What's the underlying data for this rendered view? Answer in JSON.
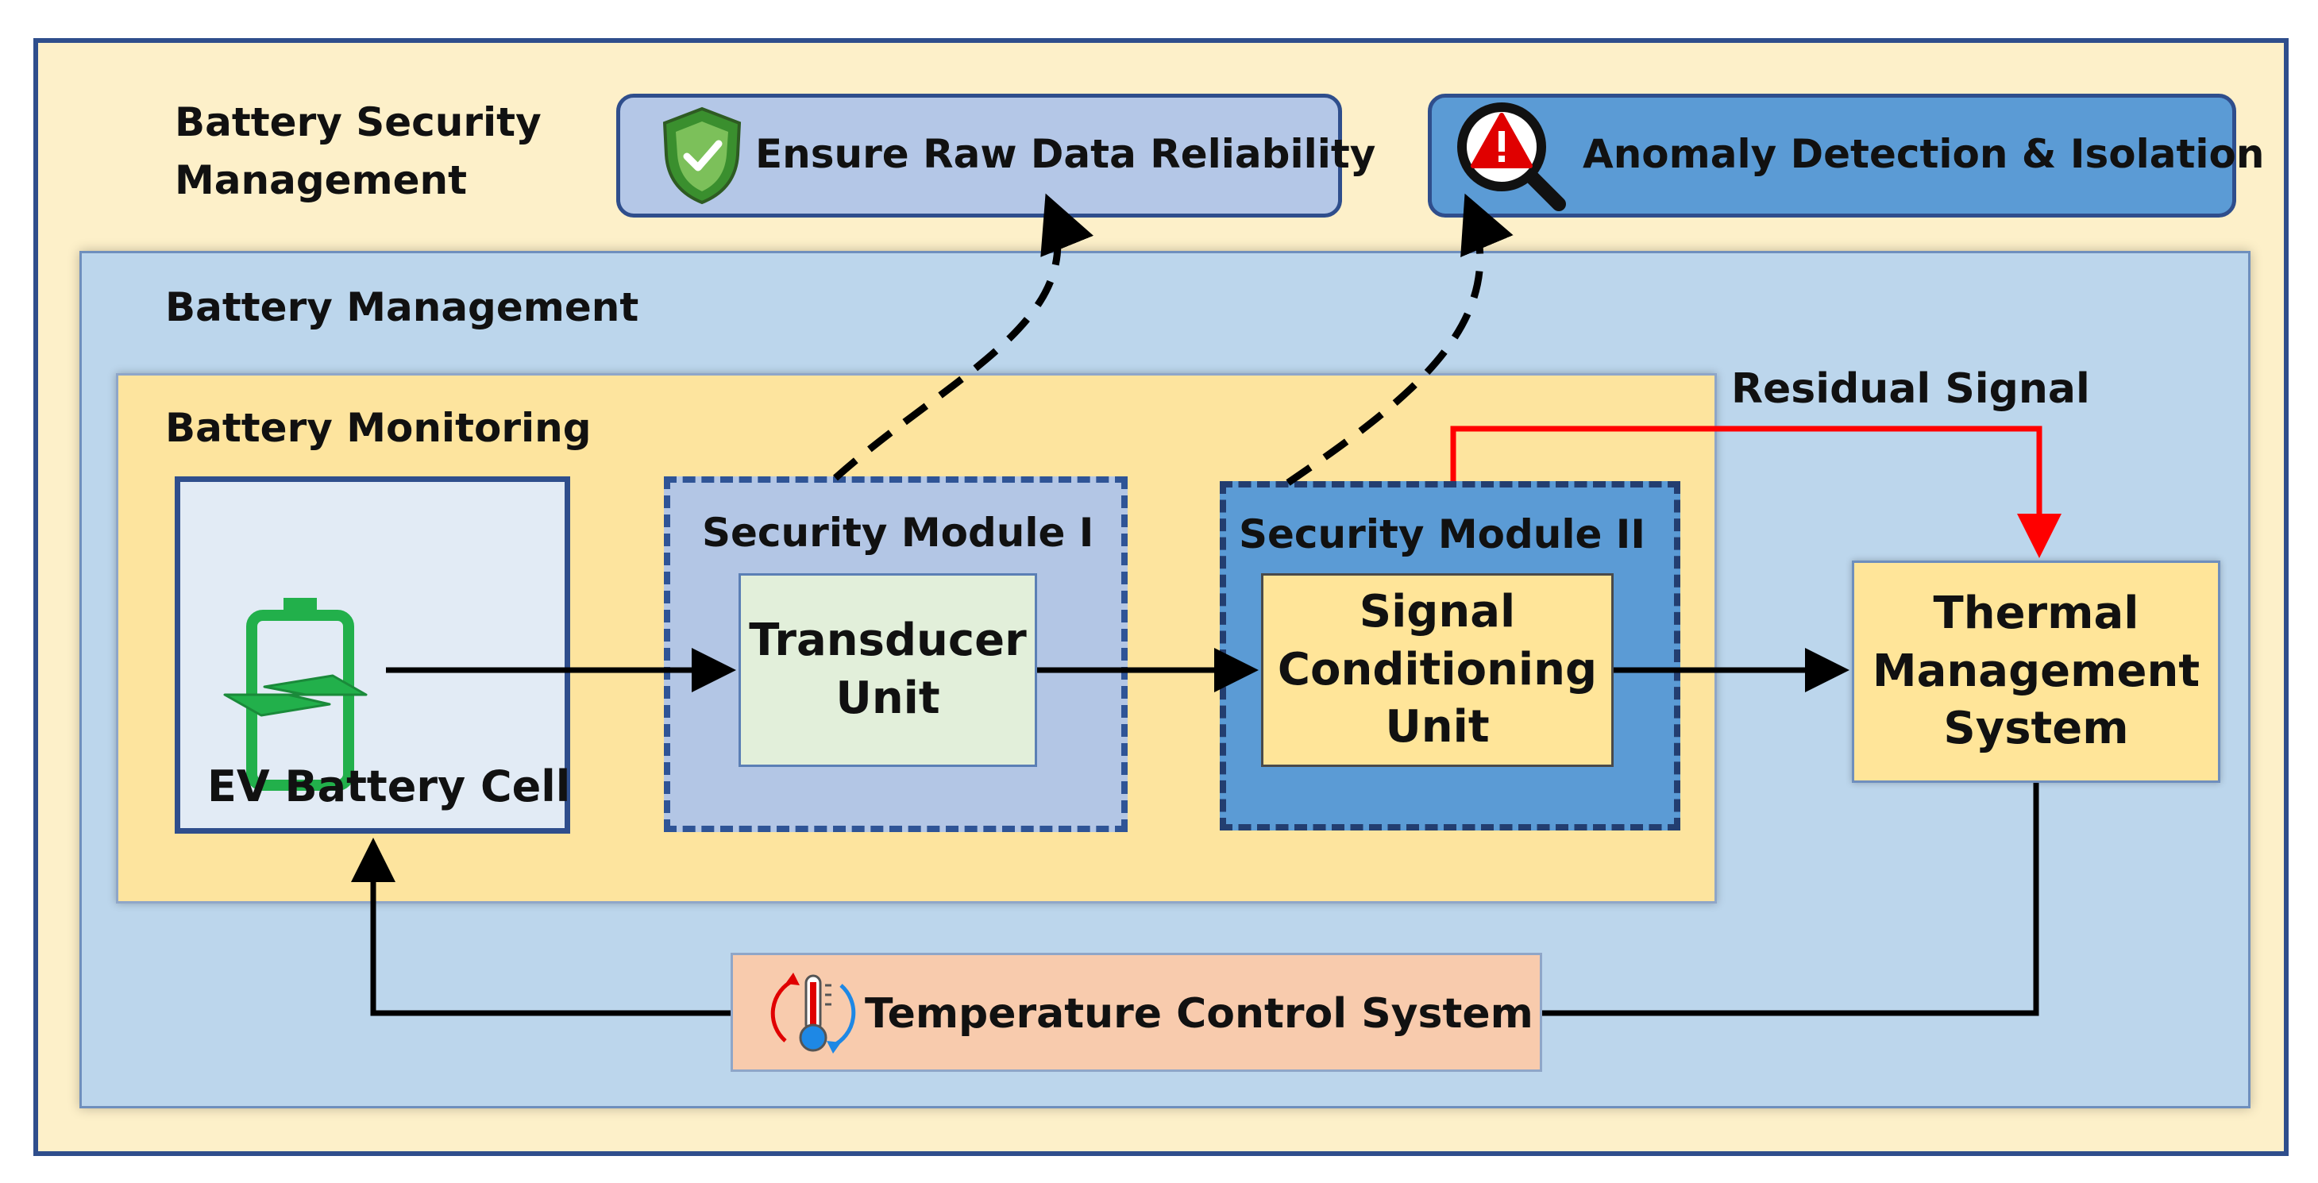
{
  "diagram": {
    "security_title": "Battery Security\nManagement",
    "management_title": "Battery Management",
    "monitoring_title": "Battery Monitoring",
    "ensure_label": "Ensure Raw Data Reliability",
    "anomaly_label": "Anomaly Detection & Isolation",
    "ev_cell_label": "EV Battery Cell",
    "sm1_title": "Security Module I",
    "transducer_label": "Transducer\nUnit",
    "sm2_title": "Security Module II",
    "signal_label": "Signal\nConditioning\nUnit",
    "thermal_label": "Thermal\nManagement\nSystem",
    "residual_label": "Residual Signal",
    "temp_label": "Temperature Control System"
  },
  "colors": {
    "security_bg": "#fdf0c9",
    "management_bg": "#bcd6ec",
    "monitoring_bg": "#fde49e",
    "residual_arrow": "#ff0000",
    "battery_icon": "#22b04b"
  },
  "icons": {
    "ensure": "shield-check-icon",
    "anomaly": "magnifier-warning-icon",
    "battery": "battery-charging-icon",
    "temperature": "thermometer-cycle-icon"
  }
}
